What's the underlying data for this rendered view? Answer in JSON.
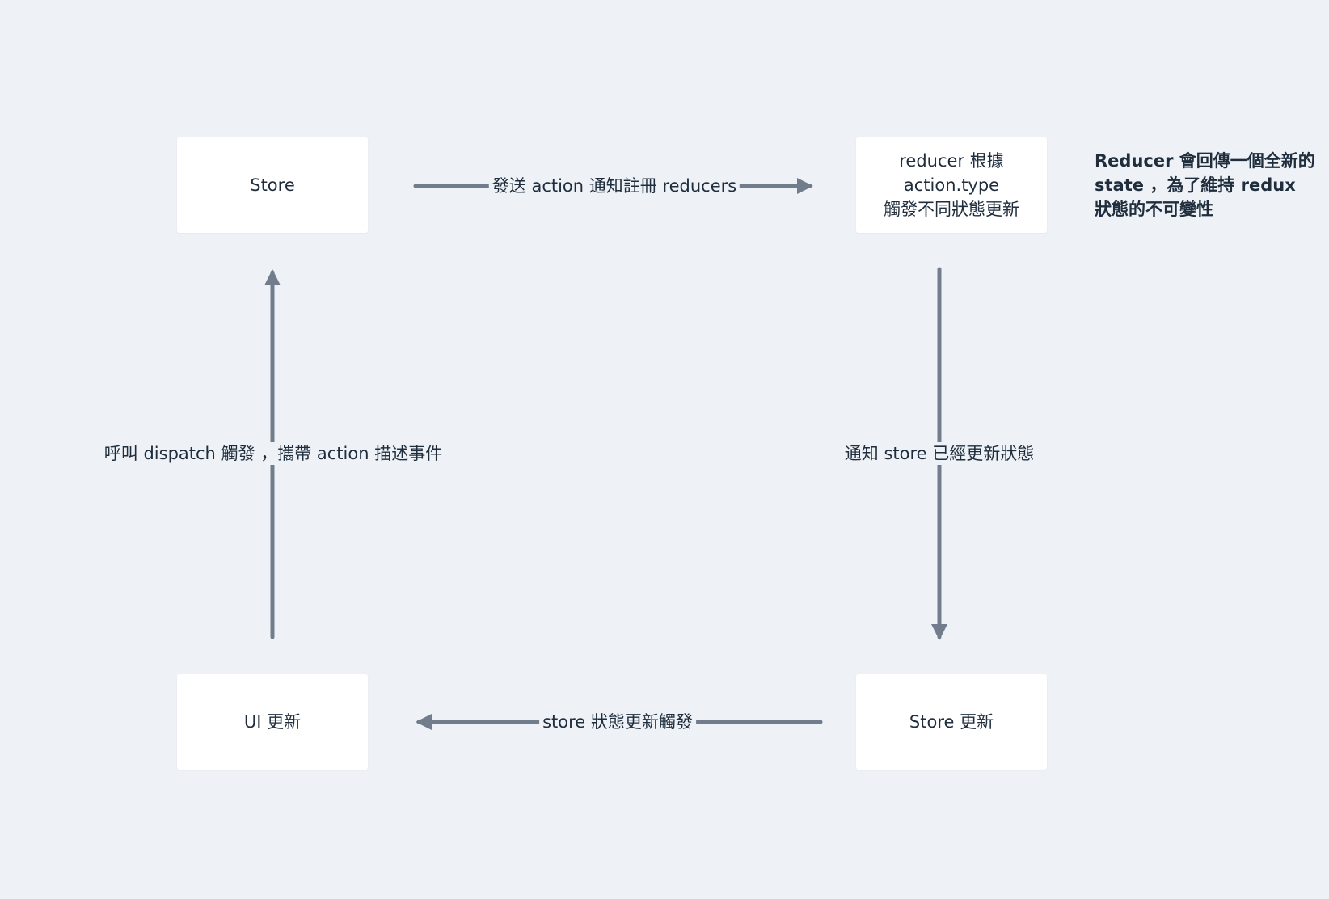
{
  "colors": {
    "background": "#eef2f7",
    "node_fill": "#ffffff",
    "edge": "#717d8c",
    "text": "#1f2d3d"
  },
  "nodes": {
    "store": {
      "label": "Store"
    },
    "reducer": {
      "label": "reducer 根據\naction.type\n觸發不同狀態更新"
    },
    "ui_update": {
      "label": "UI 更新"
    },
    "store_updated": {
      "label": "Store 更新"
    }
  },
  "edges": {
    "send_action": {
      "label": "發送 action 通知註冊 reducers",
      "from": "store",
      "to": "reducer"
    },
    "notify_store": {
      "label": "通知 store 已經更新狀態",
      "from": "reducer",
      "to": "store_updated"
    },
    "store_triggers": {
      "label": "store 狀態更新觸發",
      "from": "store_updated",
      "to": "ui_update"
    },
    "dispatch": {
      "label": "呼叫 dispatch 觸發 ，攜帶 action 描述事件",
      "from": "ui_update",
      "to": "store"
    }
  },
  "annotation": {
    "text": "Reducer 會回傳一個全新的\nstate ，為了維持 redux\n狀態的不可變性"
  }
}
